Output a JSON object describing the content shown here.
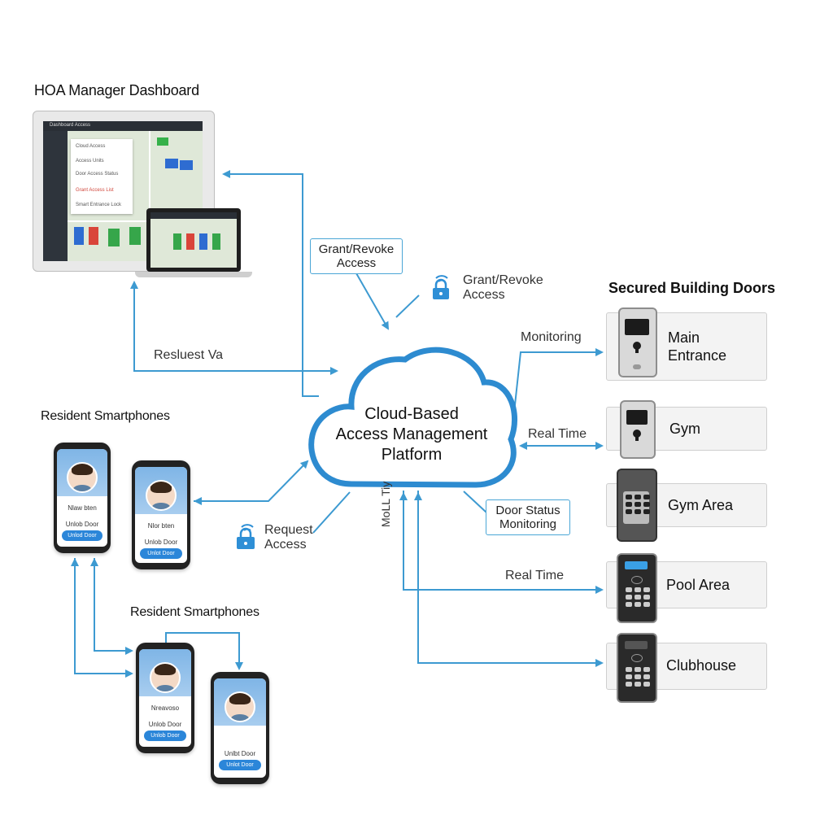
{
  "headings": {
    "dashboard": "HOA Manager Dashboard",
    "doors": "Secured Building Doors",
    "phones_top": "Resident Smartphones",
    "phones_bottom": "Resident Smartphones"
  },
  "cloud": {
    "line1": "Cloud-Based",
    "line2": "Access Management",
    "line3": "Platform"
  },
  "labels": {
    "grant_box_line1": "Grant/Revoke",
    "grant_box_line2": "Access",
    "grant_lock_line1": "Grant/Revoke",
    "grant_lock_line2": "Access",
    "request_via": "Resluest Va",
    "monitoring": "Monitoring",
    "real_time_1": "Real Time",
    "real_time_2": "Real Time",
    "door_status_line1": "Door Status",
    "door_status_line2": "Monitoring",
    "request_access_line1": "Request",
    "request_access_line2": "Access",
    "vertical": "MoLL Tiy"
  },
  "doors": [
    {
      "line1": "Main",
      "line2": "Entrance"
    },
    {
      "line1": "Gym",
      "line2": ""
    },
    {
      "line1": "Gym Area",
      "line2": ""
    },
    {
      "line1": "Pool Area",
      "line2": ""
    },
    {
      "line1": "Clubhouse",
      "line2": ""
    }
  ],
  "phones": [
    {
      "name": "Nlaw bten",
      "unlock": "Unlob Door",
      "button": "Unlod Door"
    },
    {
      "name": "Nlor bten",
      "unlock": "Unlob Door",
      "button": "Unlot Door"
    },
    {
      "name": "Nreavoso",
      "unlock": "Unlob Door",
      "button": "Unlob Door"
    },
    {
      "name": "",
      "unlock": "Unlbt Door",
      "button": "Unlot Door"
    }
  ],
  "dashboard_ui": {
    "topbar_text": "Dashboard Access",
    "panel_title": "Cloud Access",
    "panel_rows": [
      "Access Units",
      "Door Access Status",
      "Grant Access List",
      "Smart Entrance Lock"
    ]
  },
  "colors": {
    "accent": "#3d9ad1",
    "cloud_stroke": "#2d8bd0",
    "lock_blue": "#2e8fd6"
  }
}
